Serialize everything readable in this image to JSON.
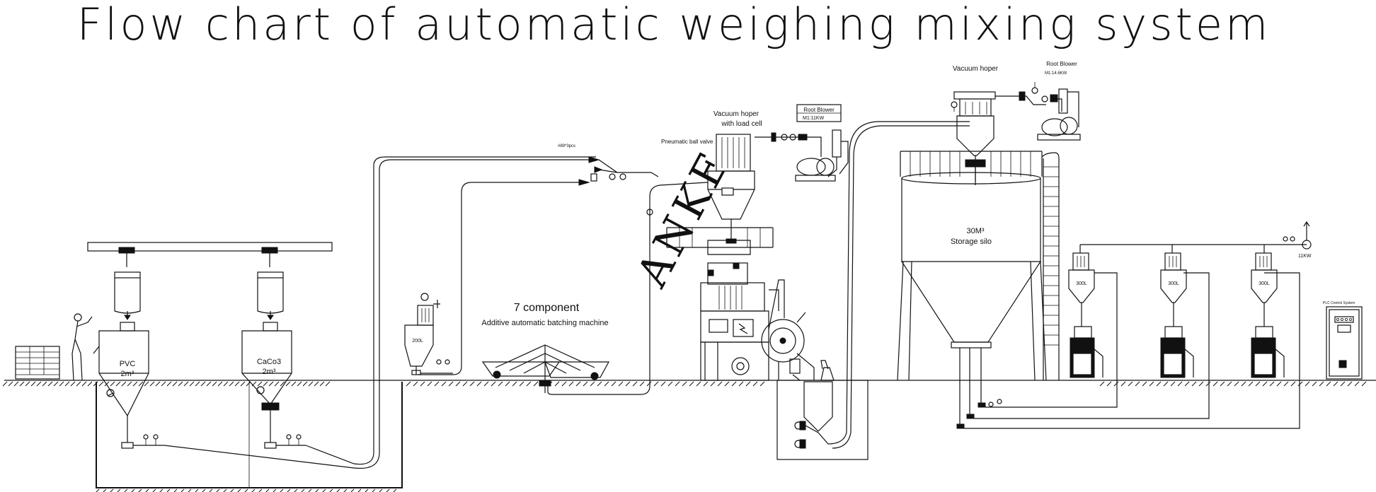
{
  "title": "Flow chart of automatic weighing mixing system",
  "watermark": "ANKE",
  "labels": {
    "pvc_name": "PVC",
    "pvc_volume": "2m³",
    "caco3_name": "CaCo3",
    "caco3_volume": "2m³",
    "small_hopper": "200L",
    "batching_title": "7 component",
    "batching_subtitle": "Additive automatic batching machine",
    "pipe_note": "#89*3pcs",
    "ball_valve": "Pneumatic ball valve",
    "vac_hopper_cell_1": "Vacuum hoper",
    "vac_hopper_cell_2": "with load cell",
    "root_blower_1": "Root Blower",
    "root_blower_1_power": "M1:11KW",
    "vac_hopper_2": "Vacuum hoper",
    "root_blower_2": "Root Blower",
    "root_blower_2_power": "M1:14.6KW",
    "silo_volume": "30M³",
    "silo_name": "Storage silo",
    "hopper_a": "300L",
    "hopper_b": "300L",
    "hopper_c": "300L",
    "fan_power": "11KW",
    "plc": "PLC Control System"
  }
}
